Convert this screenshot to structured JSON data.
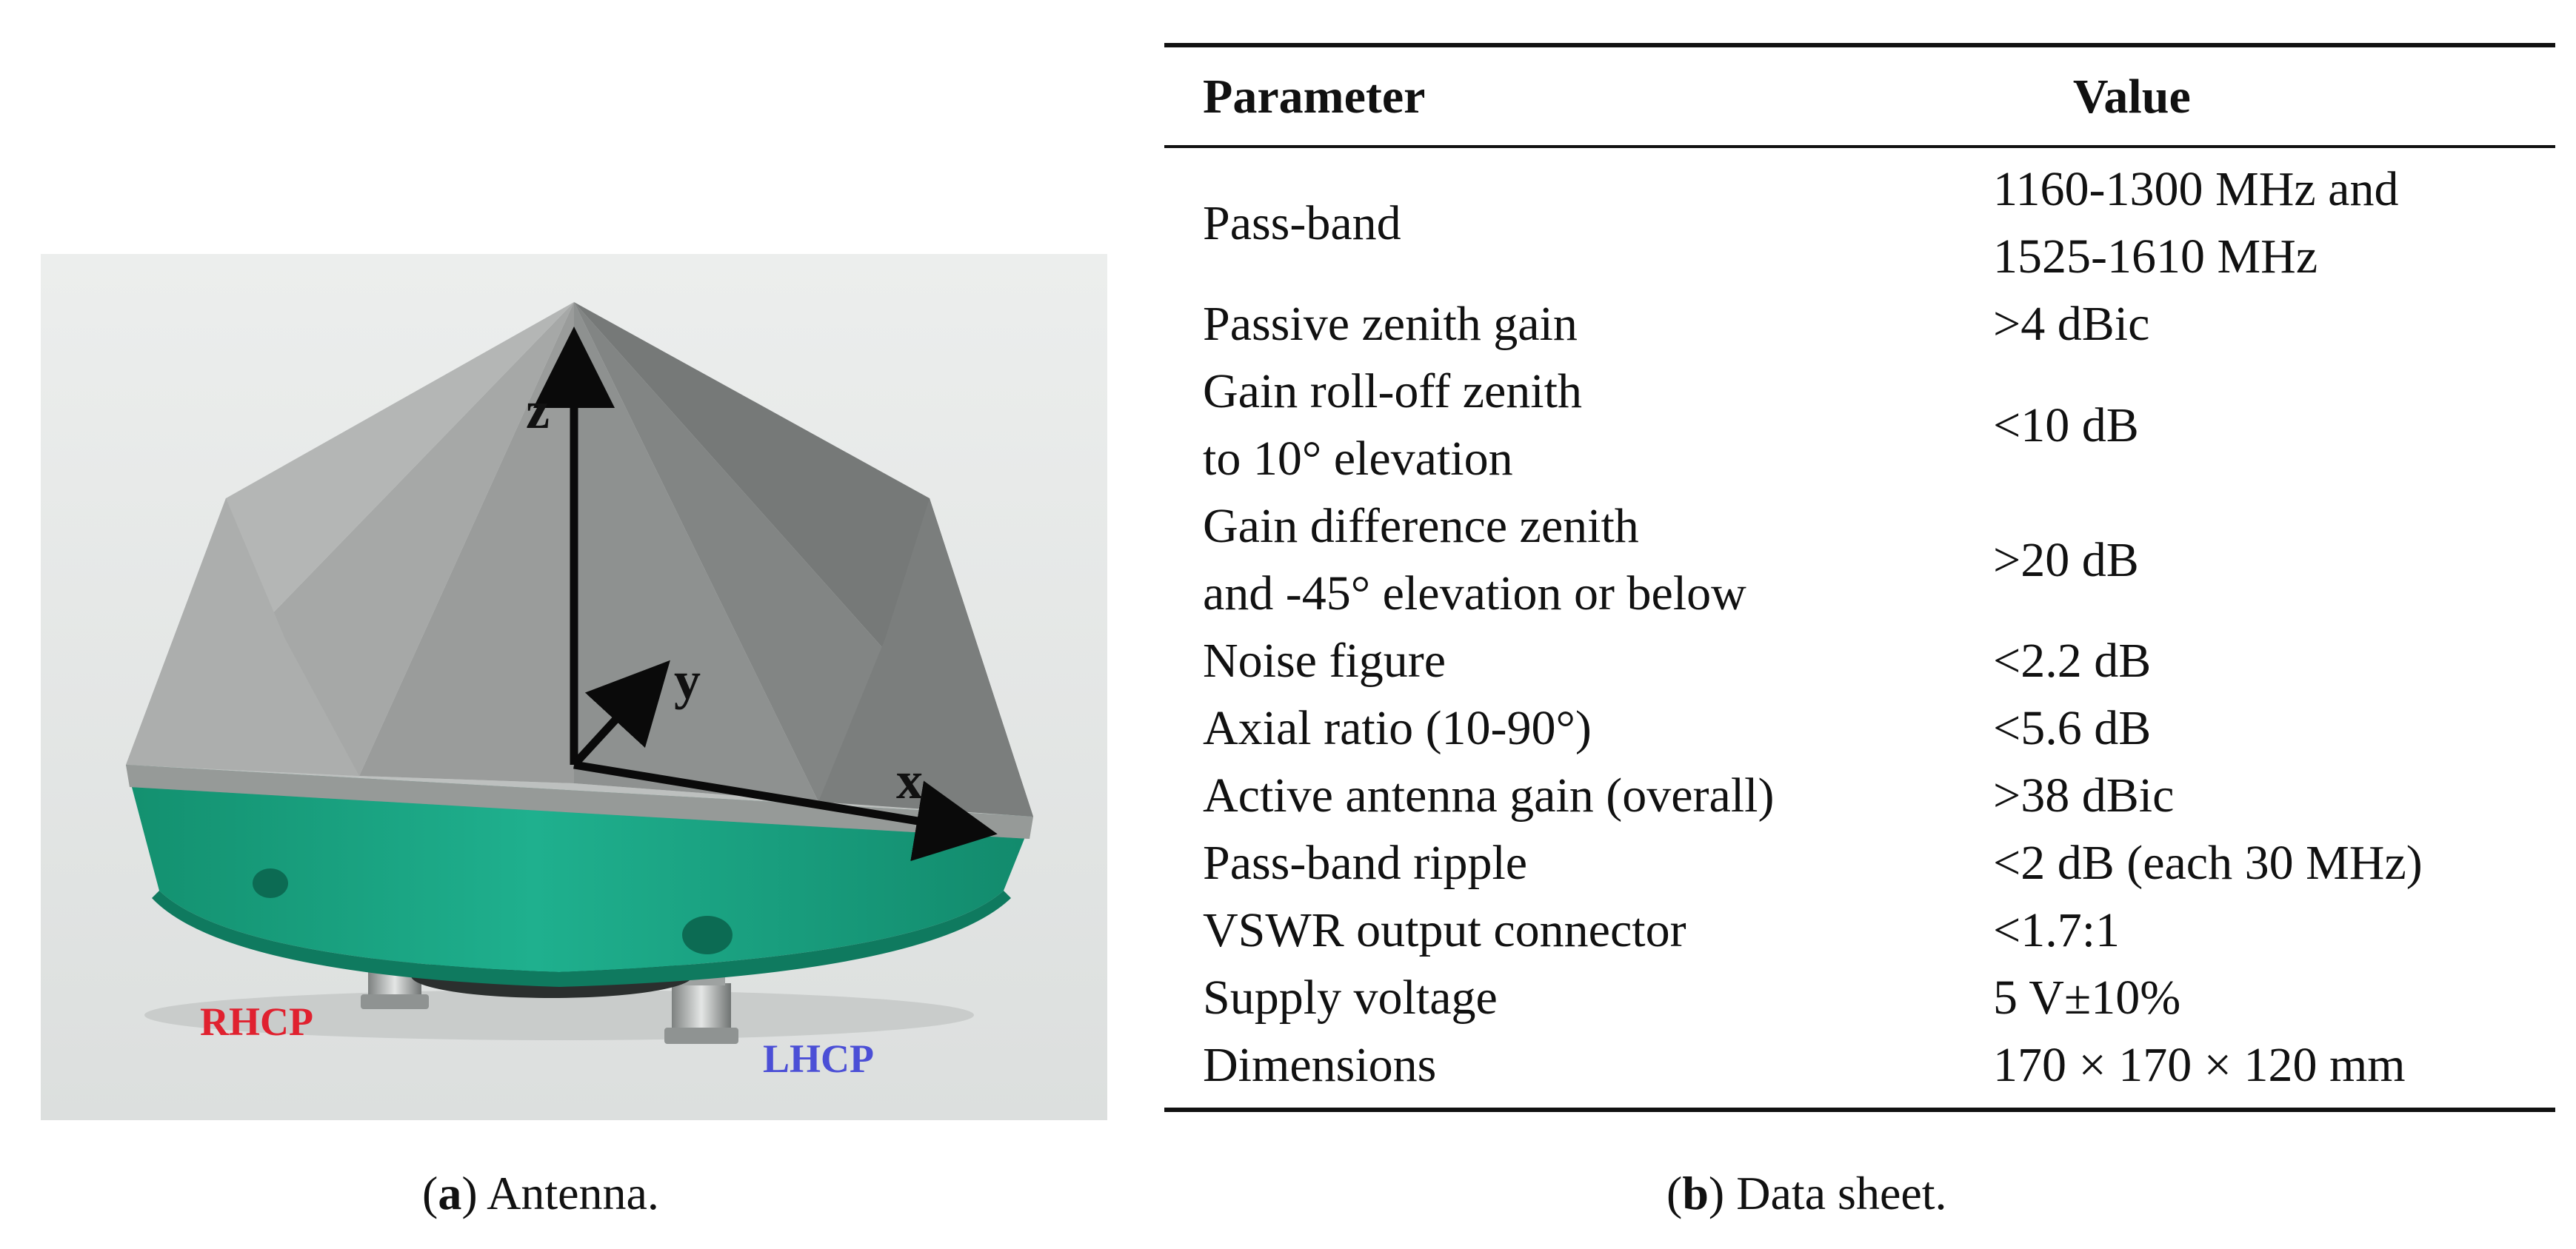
{
  "figure_a": {
    "caption_letter": "a",
    "caption_text": "Antenna.",
    "axis_labels": {
      "z": "z",
      "y": "y",
      "x": "x"
    },
    "port_labels": {
      "rhcp": "RHCP",
      "lhcp": "LHCP"
    },
    "colors": {
      "background": "#e6e8e7",
      "housing_gray": "#9a9c9b",
      "base_green": "#1aa383",
      "rhcp_label": "#e0212f",
      "lhcp_label": "#4b4fd6"
    }
  },
  "figure_b": {
    "caption_letter": "b",
    "caption_text": "Data sheet.",
    "headers": {
      "parameter": "Parameter",
      "value": "Value"
    },
    "rows": [
      {
        "parameter": [
          "Pass-band"
        ],
        "value": [
          "1160-1300 MHz and",
          "1525-1610 MHz"
        ]
      },
      {
        "parameter": [
          "Passive zenith gain"
        ],
        "value": [
          ">4 dBic"
        ]
      },
      {
        "parameter": [
          "Gain roll-off zenith",
          "to 10° elevation"
        ],
        "value": [
          "<10 dB"
        ]
      },
      {
        "parameter": [
          "Gain difference zenith",
          "and -45° elevation or below"
        ],
        "value": [
          ">20 dB"
        ]
      },
      {
        "parameter": [
          "Noise figure"
        ],
        "value": [
          "<2.2 dB"
        ]
      },
      {
        "parameter": [
          "Axial ratio (10-90°)"
        ],
        "value": [
          "<5.6 dB"
        ]
      },
      {
        "parameter": [
          "Active antenna gain (overall)"
        ],
        "value": [
          ">38 dBic"
        ]
      },
      {
        "parameter": [
          "Pass-band ripple"
        ],
        "value": [
          "<2 dB (each 30 MHz)"
        ]
      },
      {
        "parameter": [
          "VSWR output connector"
        ],
        "value": [
          "<1.7:1"
        ]
      },
      {
        "parameter": [
          "Supply voltage"
        ],
        "value": [
          "5 V±10%"
        ]
      },
      {
        "parameter": [
          "Dimensions"
        ],
        "value": [
          "170 × 170 × 120 mm"
        ]
      }
    ]
  }
}
